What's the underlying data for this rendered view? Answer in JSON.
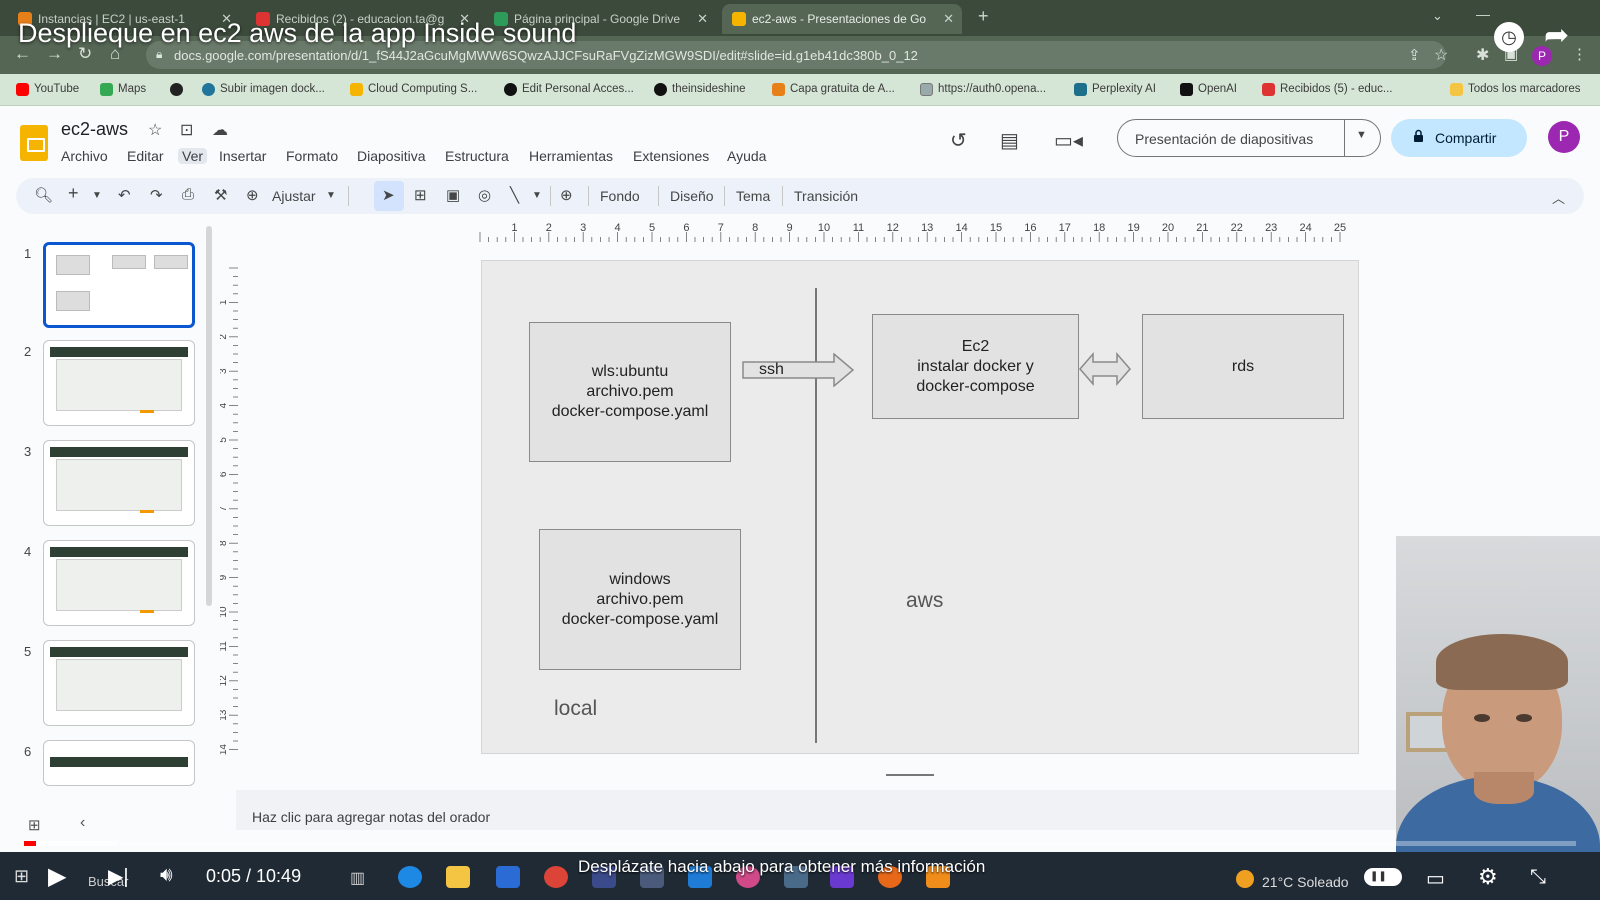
{
  "browser": {
    "tabs": [
      {
        "label": "Instancias | EC2 | us-east-1",
        "active": false
      },
      {
        "label": "Recibidos (2) - educacion.ta@g",
        "active": false
      },
      {
        "label": "Página principal - Google Drive",
        "active": false
      },
      {
        "label": "ec2-aws - Presentaciones de Go",
        "active": true
      }
    ],
    "url": "docs.google.com/presentation/d/1_fS44J2aGcuMgMWW6SQwzAJJCFsuRaFVgZizMGW9SDI/edit#slide=id.g1eb41dc380b_0_12",
    "bookmarks": [
      "YouTube",
      "Maps",
      "",
      "Subir imagen dock...",
      "Cloud Computing S...",
      "Edit Personal Acces...",
      "theinsideshine",
      "Capa gratuita de A...",
      "https://auth0.opena...",
      "Perplexity AI",
      "OpenAI",
      "Recibidos (5) - educ...",
      "Todos los marcadores"
    ]
  },
  "video": {
    "title": "Desplieque en ec2 aws de la app Inside sound",
    "time": "0:05 / 10:49",
    "progress": 0.008,
    "buffered": 0.06,
    "subtitle": "Desplázate hacia abajo para obtener más información"
  },
  "slides_app": {
    "doc_name": "ec2-aws",
    "menu": [
      "Archivo",
      "Editar",
      "Ver",
      "Insertar",
      "Formato",
      "Diapositiva",
      "Estructura",
      "Herramientas",
      "Extensiones",
      "Ayuda"
    ],
    "presentation_button": "Presentación de diapositivas",
    "share_button": "Compartir",
    "avatar_letter": "P",
    "toolbar": {
      "zoom": "Ajustar",
      "background": "Fondo",
      "design": "Diseño",
      "theme": "Tema",
      "transition": "Transición"
    },
    "slide_numbers": [
      "1",
      "2",
      "3",
      "4",
      "5",
      "6"
    ],
    "notes_placeholder": "Haz clic para agregar notas del orador"
  },
  "slide": {
    "box_wsl": [
      "wls:ubuntu",
      "archivo.pem",
      "docker-compose.yaml"
    ],
    "arrow_label": "ssh",
    "box_ec2": [
      "Ec2",
      "instalar docker y",
      "docker-compose"
    ],
    "box_rds": "rds",
    "box_windows": [
      "windows",
      "archivo.pem",
      "docker-compose.yaml"
    ],
    "label_aws": "aws",
    "label_local": "local"
  },
  "taskbar": {
    "search": "Buscar",
    "weather": "21°C  Soleado"
  }
}
